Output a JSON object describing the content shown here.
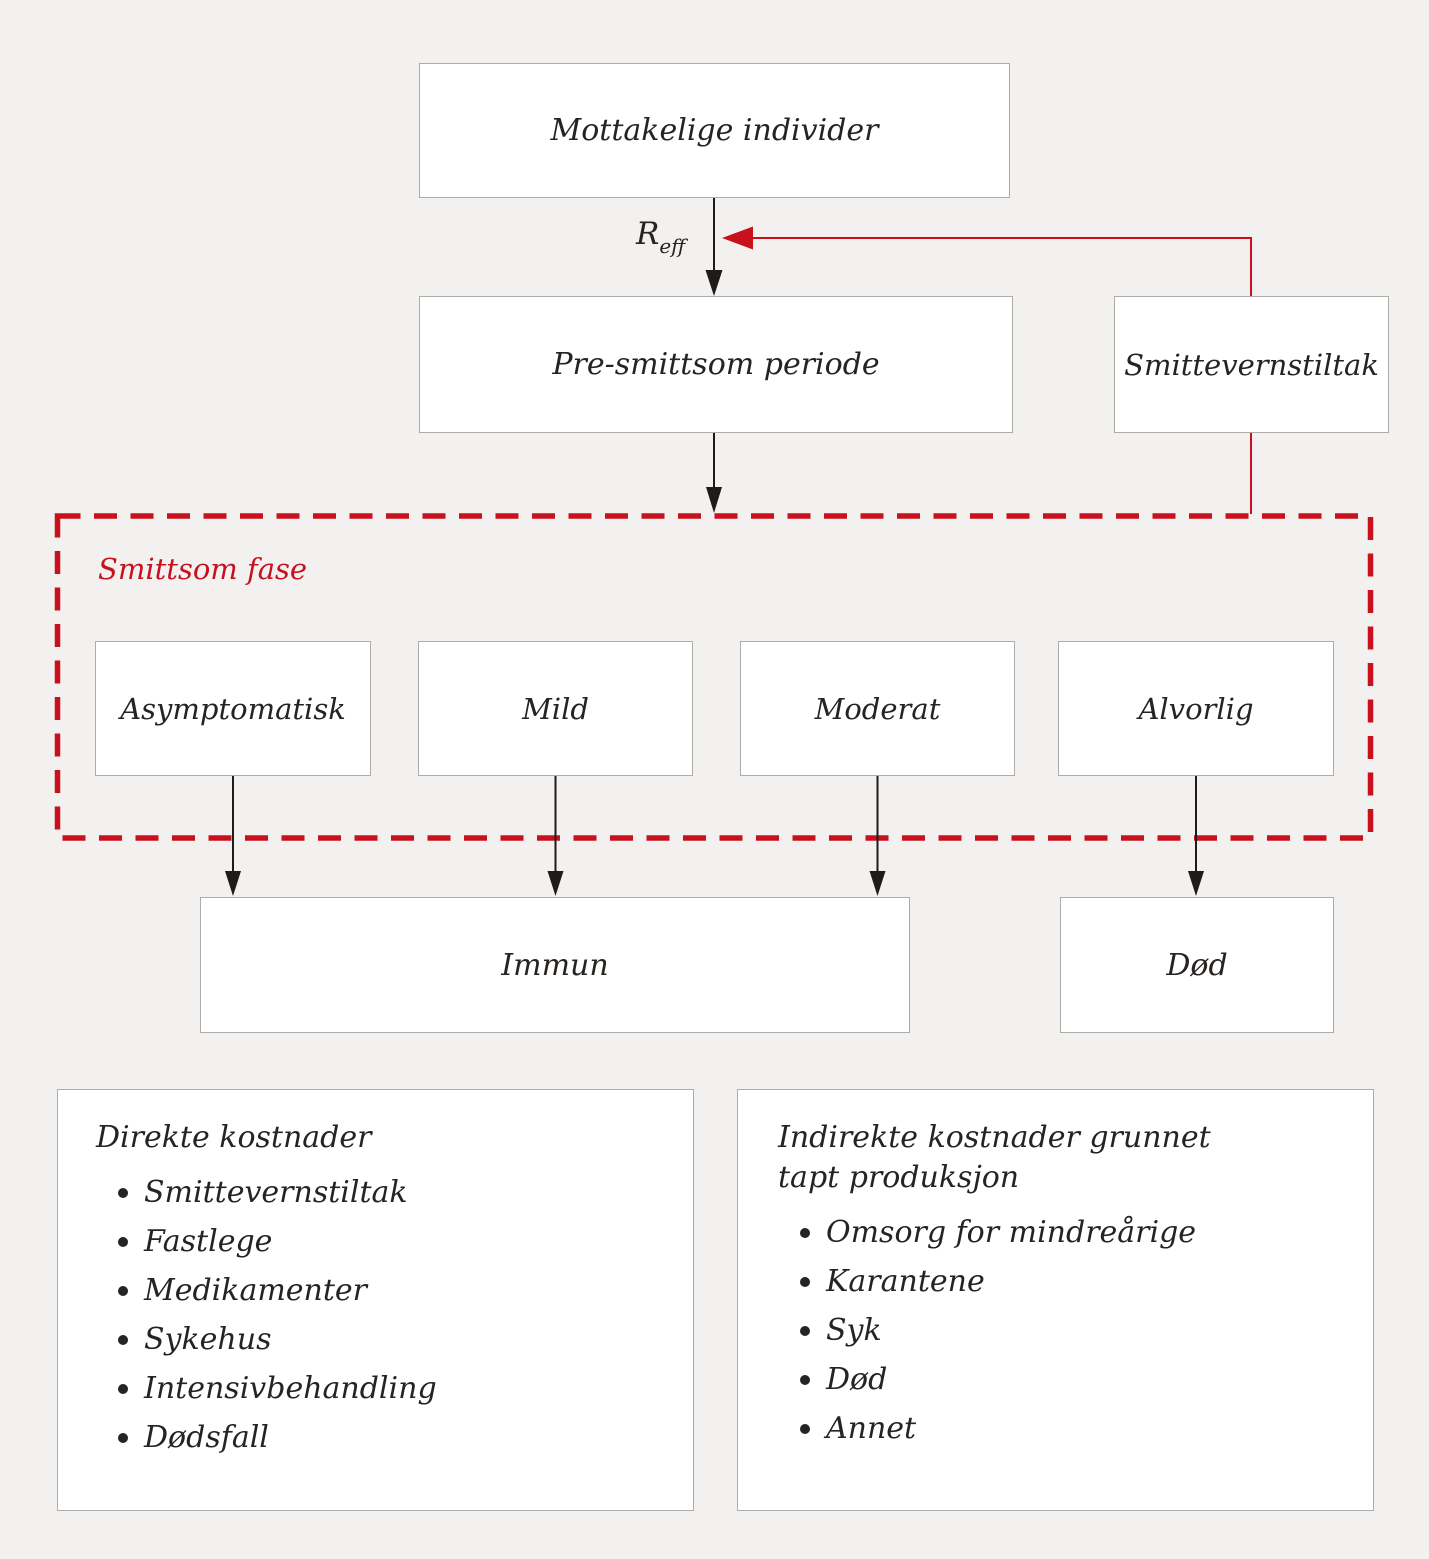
{
  "colors": {
    "background": "#f2f1ef",
    "accent_red": "#c9101d",
    "text": "#262321"
  },
  "nodes": {
    "susceptible": {
      "label": "Mottakelige individer"
    },
    "pre_infectious": {
      "label": "Pre-smittsom periode"
    },
    "interventions": {
      "label": "Smittevernstiltak"
    },
    "infectious_phase": {
      "label": "Smittsom fase"
    },
    "asymptomatic": {
      "label": "Asymptomatisk"
    },
    "mild": {
      "label": "Mild"
    },
    "moderate": {
      "label": "Moderat"
    },
    "severe": {
      "label": "Alvorlig"
    },
    "immune": {
      "label": "Immun"
    },
    "dead": {
      "label": "Død"
    }
  },
  "reff": {
    "base": "R",
    "sub": "eff"
  },
  "direct_costs": {
    "title": "Direkte kostnader",
    "items": [
      "Smittevernstiltak",
      "Fastlege",
      "Medikamenter",
      "Sykehus",
      "Intensivbehandling",
      "Dødsfall"
    ]
  },
  "indirect_costs": {
    "title": "Indirekte kostnader grunnet tapt produksjon",
    "items": [
      "Omsorg for mindreårige",
      "Karantene",
      "Syk",
      "Død",
      "Annet"
    ]
  }
}
